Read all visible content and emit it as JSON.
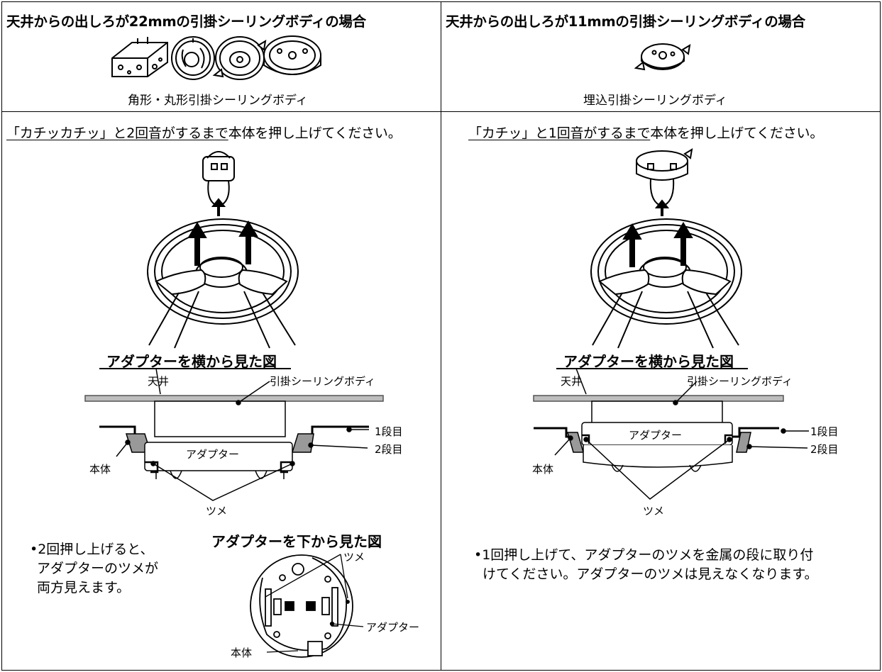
{
  "left": {
    "header": "天井からの出しろが22mmの引掛シーリングボディの場合",
    "caption": "角形・丸形引掛シーリングボディ",
    "instruction_underlined": "「カチッカチッ」と2回音がするまで",
    "instruction_rest": "本体を押し上げてください。",
    "side_title": "アダプターを横から見た図",
    "labels": {
      "ceiling": "天井",
      "ceiling_body": "引掛シーリングボディ",
      "adapter": "アダプター",
      "step1": "1段目",
      "step2": "2段目",
      "body": "本体",
      "claw": "ツメ"
    },
    "bottom_title": "アダプターを下から見た図",
    "bullet_lines": [
      "•2回押し上げると、",
      "アダプターのツメが",
      "両方見えます。"
    ],
    "bottom_labels": {
      "claw": "ツメ",
      "adapter": "アダプター",
      "body": "本体"
    }
  },
  "right": {
    "header": "天井からの出しろが11mmの引掛シーリングボディの場合",
    "caption": "埋込引掛シーリングボディ",
    "instruction_underlined": "「カチッ」と1回音がするまで",
    "instruction_rest": "本体を押し上げてください。",
    "side_title": "アダプターを横から見た図",
    "labels": {
      "ceiling": "天井",
      "ceiling_body": "引掛シーリングボディ",
      "adapter": "アダプター",
      "step1": "1段目",
      "step2": "2段目",
      "body": "本体",
      "claw": "ツメ"
    },
    "bullet_lines": [
      "•1回押し上げて、アダプターのツメを金属の段に取り付",
      "けてください。アダプターのツメは見えなくなります。"
    ]
  }
}
